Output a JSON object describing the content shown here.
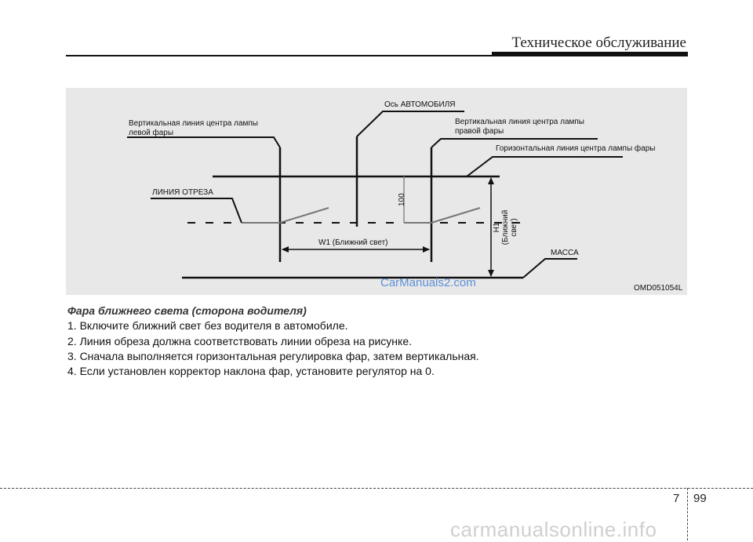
{
  "header": {
    "title": "Техническое обслуживание"
  },
  "figure": {
    "label_left_vertical": [
      "Вертикальная линия центра лампы",
      "левой фары"
    ],
    "label_axis": "Ось АВТОМОБИЛЯ",
    "label_right_vertical": [
      "Вертикальная линия центра лампы",
      "правой фары"
    ],
    "label_horizontal": "Горизонтальная линия центра лампы фары",
    "label_cutoff": "ЛИНИЯ ОТРЕЗА",
    "label_100": "100",
    "label_w1": "W1 (Ближний свет)",
    "label_h1": [
      "H1",
      "(Ближний",
      "свет)"
    ],
    "label_mass": "МАССА",
    "code": "OMD051054L",
    "watermark": "CarManuals2.com"
  },
  "caption": {
    "title": "Фара ближнего света (сторона водителя)",
    "steps": [
      "1. Включите ближний свет без водителя в автомобиле.",
      "2. Линия обреза должна соответствовать линии обреза на рисунке.",
      "3. Сначала выполняется горизонтальная регулировка фар, затем вертикальная.",
      "4. Если установлен корректор наклона фар, установите регулятор на 0."
    ]
  },
  "footer": {
    "chapter": "7",
    "page": "99",
    "site": "carmanualsonline.info"
  }
}
